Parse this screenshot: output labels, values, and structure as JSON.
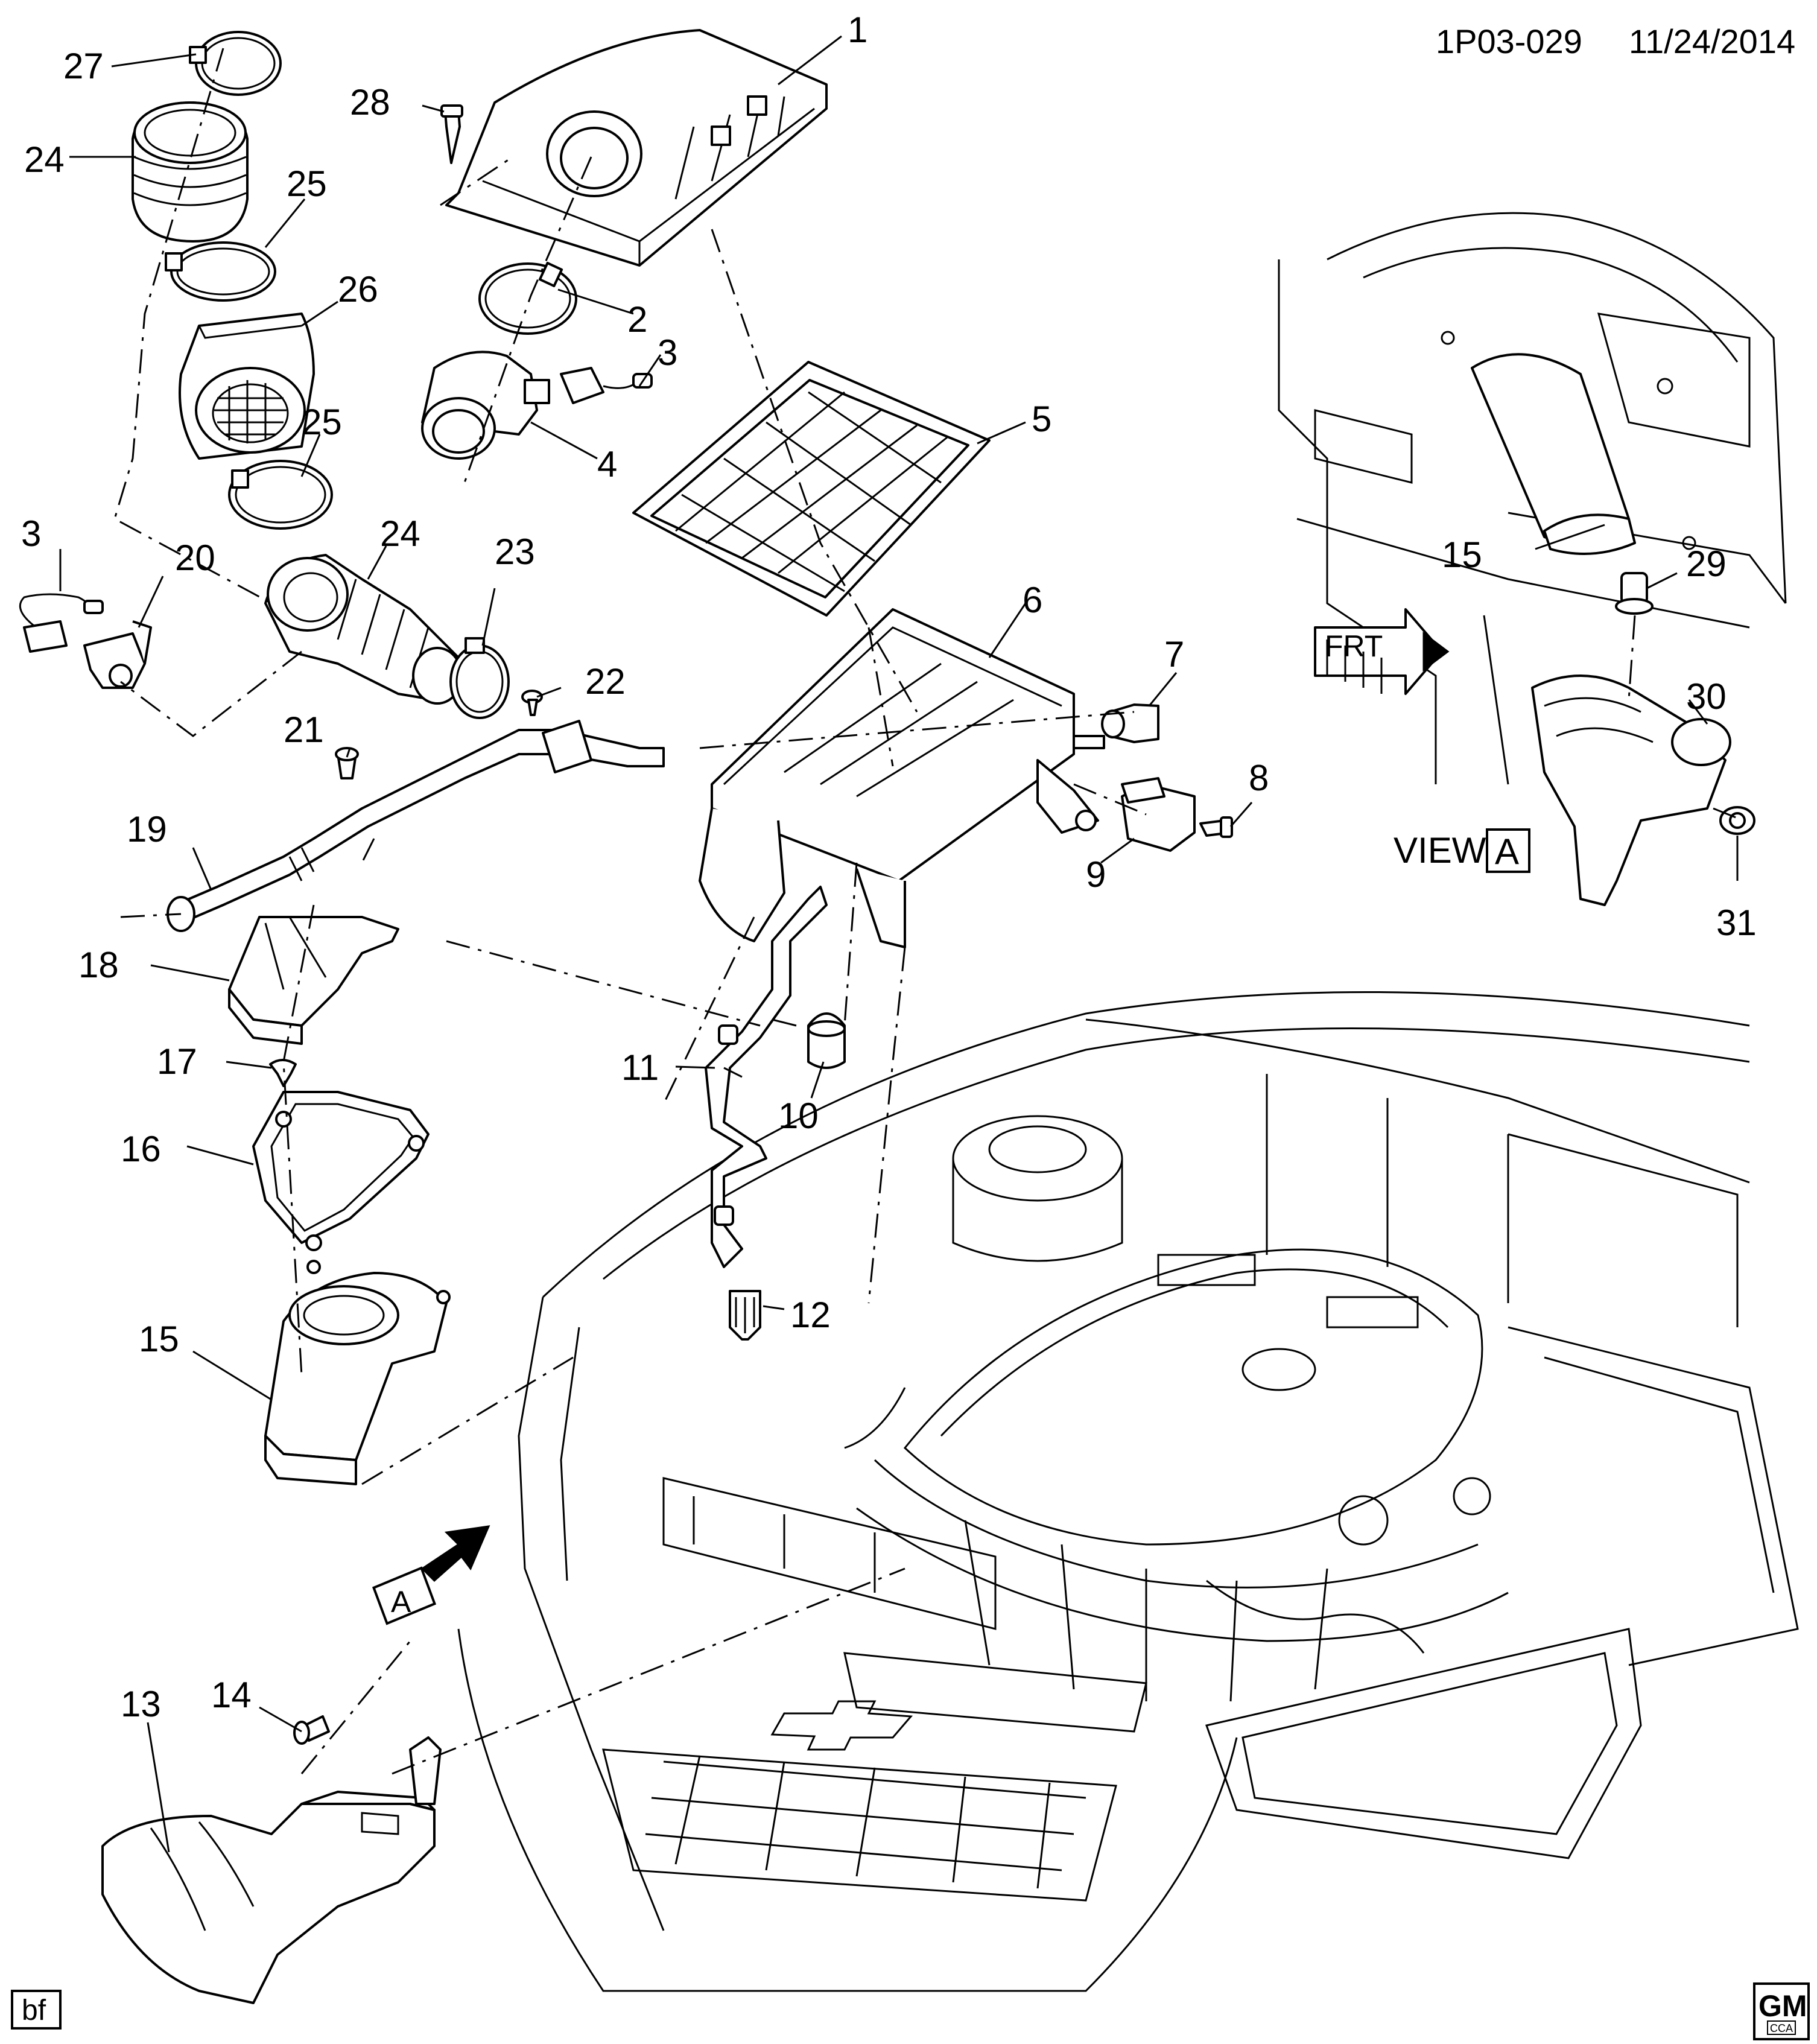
{
  "header": {
    "diagram_id": "1P03-029",
    "date": "11/24/2014"
  },
  "footer": {
    "corner_code": "bf",
    "logo": "GM",
    "logo_sub": "CCA"
  },
  "view": {
    "word": "VIEW",
    "letter": "A",
    "front_label": "FRT"
  },
  "callouts": [
    "1",
    "2",
    "3",
    "4",
    "5",
    "6",
    "7",
    "8",
    "9",
    "10",
    "11",
    "12",
    "13",
    "14",
    "15",
    "16",
    "17",
    "18",
    "19",
    "20",
    "21",
    "22",
    "23",
    "24",
    "25",
    "26",
    "27",
    "28",
    "3",
    "24",
    "25",
    "15",
    "29",
    "30",
    "31"
  ]
}
